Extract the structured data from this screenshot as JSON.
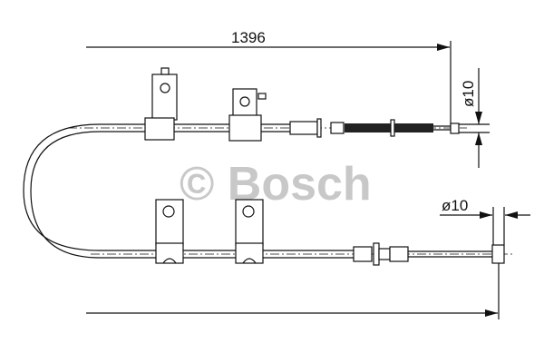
{
  "diagram": {
    "overall_length": "1396",
    "end_diameter_top": "ø10",
    "end_diameter_bottom": "ø10",
    "watermark": "© Bosch"
  }
}
